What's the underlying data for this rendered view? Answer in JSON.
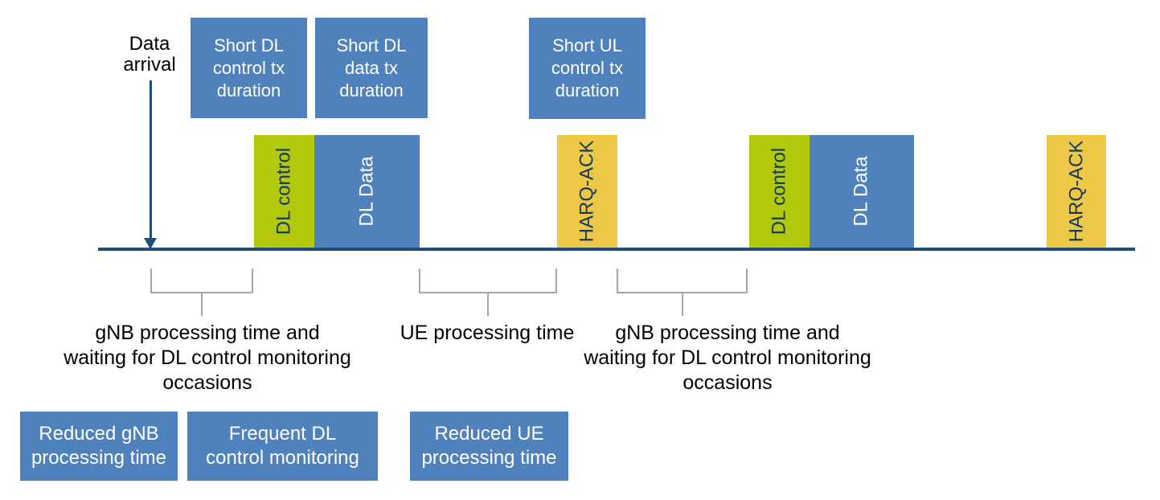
{
  "data_arrival": {
    "label": "Data\narrival"
  },
  "top_annotations": [
    {
      "label": "Short DL\ncontrol tx\nduration"
    },
    {
      "label": "Short DL\ndata tx\nduration"
    },
    {
      "label": "Short UL\ncontrol tx\nduration"
    }
  ],
  "timeline": {
    "blocks": [
      {
        "label": "DL control",
        "type": "dl-control"
      },
      {
        "label": "DL Data",
        "type": "dl-data"
      },
      {
        "label": "HARQ-ACK",
        "type": "harq-ack"
      },
      {
        "label": "DL control",
        "type": "dl-control"
      },
      {
        "label": "DL Data",
        "type": "dl-data"
      },
      {
        "label": "HARQ-ACK",
        "type": "harq-ack"
      }
    ]
  },
  "braces": [
    {
      "label": "gNB processing time and\nwaiting for DL control monitoring\noccasions"
    },
    {
      "label": "UE processing time"
    },
    {
      "label": "gNB processing time and\nwaiting for DL control monitoring\noccasions"
    }
  ],
  "bottom_annotations": [
    {
      "label": "Reduced gNB\nprocessing time"
    },
    {
      "label": "Frequent DL\ncontrol monitoring"
    },
    {
      "label": "Reduced UE\nprocessing time"
    }
  ],
  "colors": {
    "box_blue": "#4f81bd",
    "block_green": "#b2c80a",
    "block_yellow": "#ecc846",
    "timeline_navy": "#1f4e79",
    "dark_text": "#17375d",
    "brace_gray": "#a6a6a6"
  }
}
